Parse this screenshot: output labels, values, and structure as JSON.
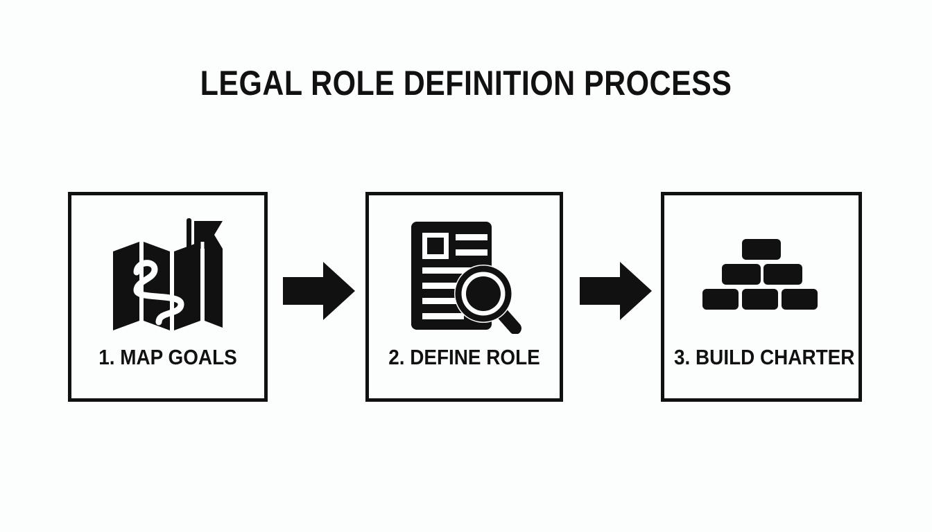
{
  "page": {
    "title": "LEGAL ROLE DEFINITION PROCESS",
    "background_color": "#fcfdfd",
    "ink_color": "#111111",
    "layout": "horizontal-3-step-process-flow"
  },
  "steps": [
    {
      "number": "1",
      "label": "1. MAP GOALS",
      "icon": "folded-map-with-flag-icon",
      "icon_description": "Folded paper map with winding route and flag marker"
    },
    {
      "number": "2",
      "label": "2. DEFINE ROLE",
      "icon": "document-magnifier-icon",
      "icon_description": "Document with text lines under a magnifying glass"
    },
    {
      "number": "3",
      "label": "3. BUILD CHARTER",
      "icon": "brick-stack-icon",
      "icon_description": "Stack of bricks forming a pyramid wall"
    }
  ],
  "connectors": [
    {
      "name": "arrow-1",
      "direction": "right",
      "icon": "arrow-right-icon"
    },
    {
      "name": "arrow-2",
      "direction": "right",
      "icon": "arrow-right-icon"
    }
  ]
}
